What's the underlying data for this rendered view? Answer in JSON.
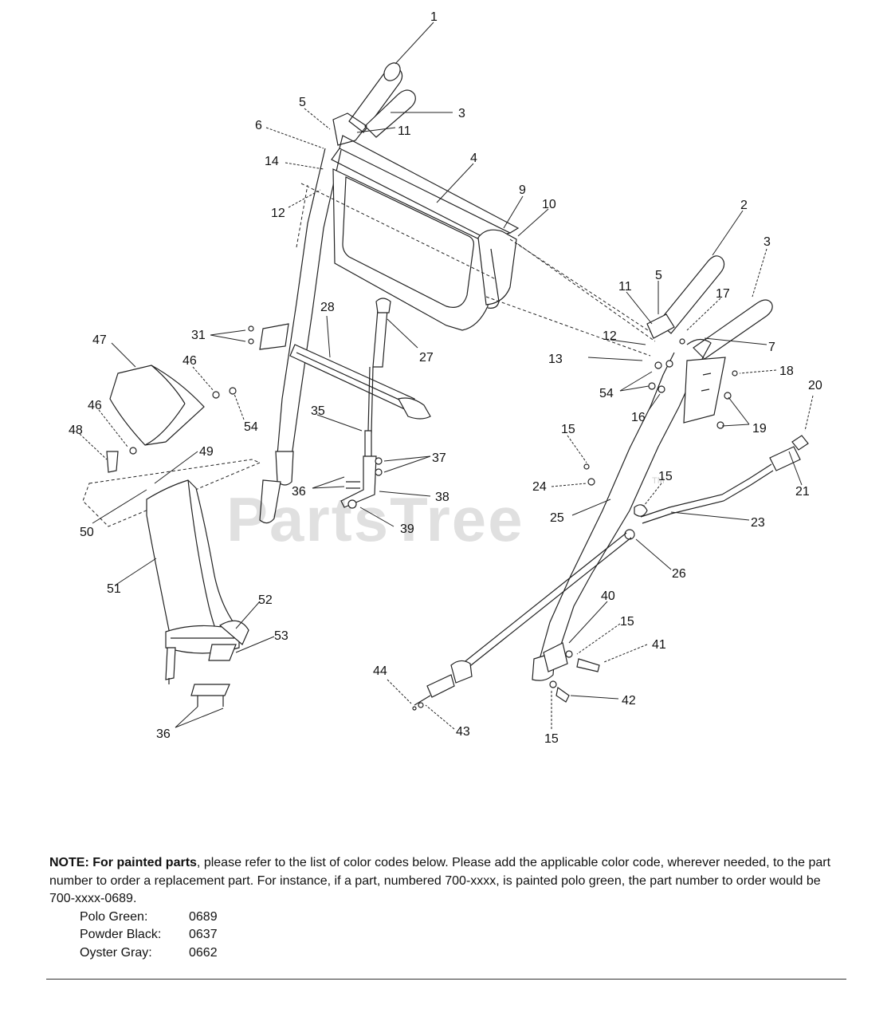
{
  "callouts": [
    "1",
    "2",
    "3",
    "3",
    "4",
    "5",
    "5",
    "6",
    "7",
    "9",
    "10",
    "11",
    "11",
    "12",
    "12",
    "13",
    "14",
    "15",
    "15",
    "15",
    "15",
    "16",
    "17",
    "18",
    "19",
    "20",
    "21",
    "23",
    "24",
    "25",
    "26",
    "27",
    "28",
    "31",
    "35",
    "36",
    "36",
    "37",
    "38",
    "39",
    "40",
    "41",
    "42",
    "43",
    "44",
    "46",
    "46",
    "47",
    "48",
    "49",
    "50",
    "51",
    "52",
    "53",
    "54",
    "54"
  ],
  "watermark": "PartsTree",
  "watermark_tm": "TM",
  "note": {
    "label": "NOTE:",
    "bold_phrase": "For painted parts",
    "text": ", please refer to the list of color codes below. Please add the applicable color code, wherever needed, to the part number to order a replacement part. For instance, if a part, numbered 700-xxxx, is painted polo green, the part number to order would be 700-xxxx-0689.",
    "color_codes": [
      {
        "name": "Polo Green:",
        "code": "0689"
      },
      {
        "name": "Powder Black:",
        "code": "0637"
      },
      {
        "name": "Oyster Gray:",
        "code": "0662"
      }
    ]
  }
}
